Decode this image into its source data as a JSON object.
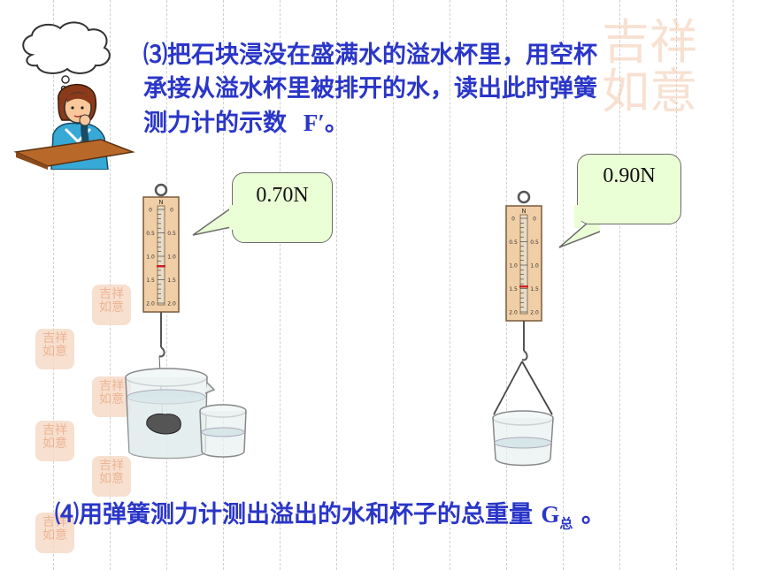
{
  "instruction_step3": {
    "line1": "⑶把石块浸没在盛满水的溢水杯里，用空杯",
    "line2": "承接从溢水杯里被排开的水，读出此时弹簧",
    "line3_prefix": "测力计的示数",
    "line3_symbol": "F′",
    "line3_suffix": "。"
  },
  "left_setup": {
    "reading": "0.70N"
  },
  "right_setup": {
    "reading": "0.90N"
  },
  "instruction_step4": {
    "prefix": "⑷用弹簧测力计测出溢出的水和杯子的总重量",
    "symbol": "G",
    "subscript": "总",
    "suffix": "。"
  },
  "scale_marks": [
    "0",
    "0.5",
    "1.0",
    "1.5",
    "2.0"
  ],
  "scale_unit": "N",
  "colors": {
    "text_blue": "#2a36c8",
    "bubble_fill": "#eaffd6",
    "scale_wood": "#f0cfa6"
  }
}
